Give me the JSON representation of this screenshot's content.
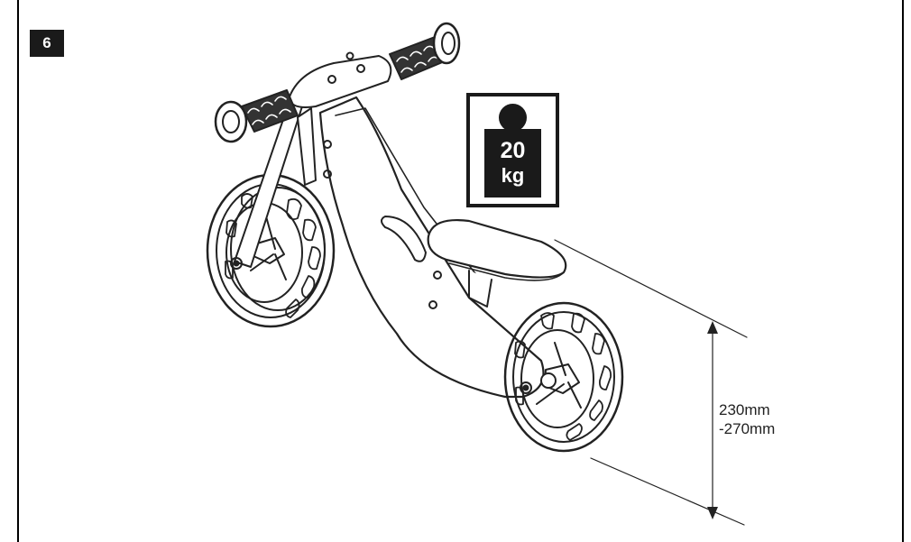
{
  "step": {
    "number": "6"
  },
  "weight_limit": {
    "value": "20",
    "unit": "kg"
  },
  "seat_height": {
    "line1": "230mm",
    "line2": "-270mm"
  }
}
